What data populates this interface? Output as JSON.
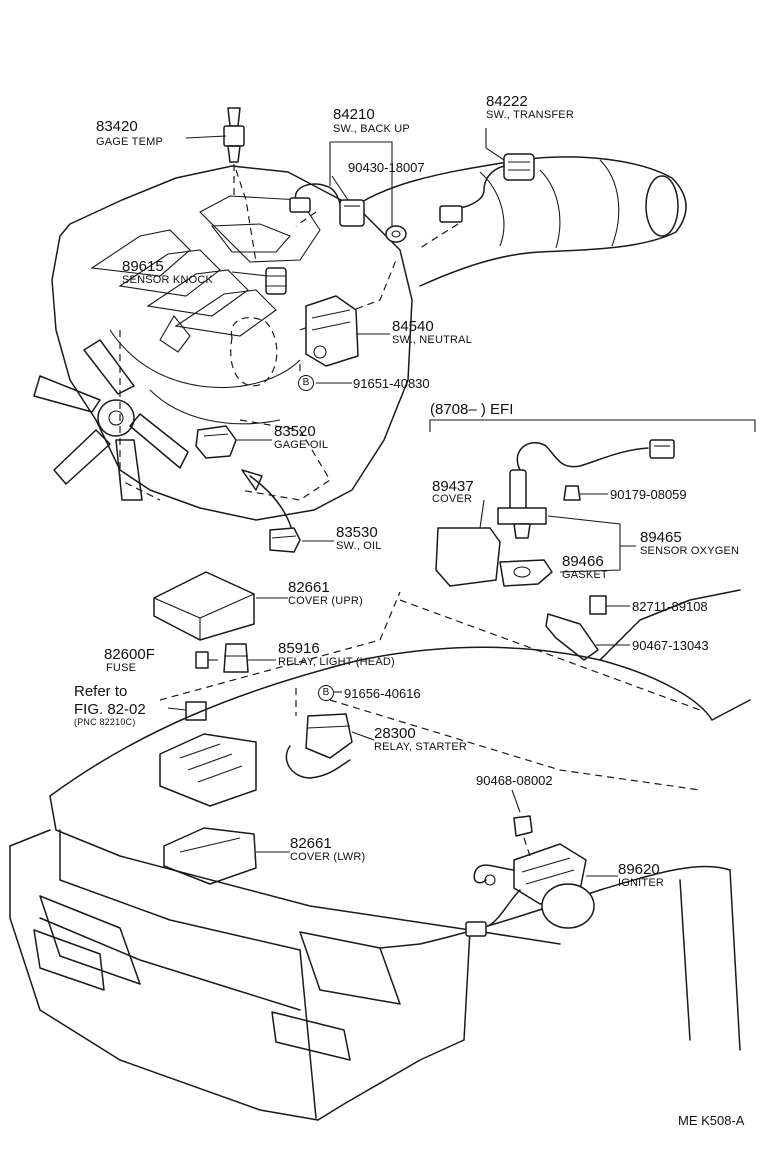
{
  "parts": {
    "gage_temp": {
      "number": "83420",
      "name": "GAGE TEMP"
    },
    "back_up_switch": {
      "number": "84210",
      "name": "SW., BACK UP"
    },
    "gasket_90430": {
      "number": "90430-18007"
    },
    "transfer_switch": {
      "number": "84222",
      "name": "SW., TRANSFER"
    },
    "sensor_knock": {
      "number": "89615",
      "name": "SENSOR KNOCK"
    },
    "neutral_switch": {
      "number": "84540",
      "name": "SW., NEUTRAL"
    },
    "bolt_91651": {
      "number": "91651-40830"
    },
    "gage_oil": {
      "number": "83520",
      "name": "GAGE OIL"
    },
    "sw_oil": {
      "number": "83530",
      "name": "SW., OIL"
    },
    "cover_89437": {
      "number": "89437",
      "name": "COVER"
    },
    "nut_90179": {
      "number": "90179-08059"
    },
    "sensor_oxygen": {
      "number": "89465",
      "name": "SENSOR OXYGEN"
    },
    "gasket_89466": {
      "number": "89466",
      "name": "GASKET"
    },
    "clamp_82711": {
      "number": "82711-89108"
    },
    "clamp_90467": {
      "number": "90467-13043"
    },
    "cover_upper": {
      "number": "82661",
      "name": "COVER (UPR)"
    },
    "fuse": {
      "number": "82600F",
      "name": "FUSE"
    },
    "relay_light": {
      "number": "85916",
      "name": "RELAY, LIGHT (HEAD)"
    },
    "bolt_91656": {
      "number": "91656-40616"
    },
    "relay_starter": {
      "number": "28300",
      "name": "RELAY, STARTER"
    },
    "clamp_90468": {
      "number": "90468-08002"
    },
    "cover_lower": {
      "number": "82661",
      "name": "COVER (LWR)"
    },
    "igniter": {
      "number": "89620",
      "name": "IGNITER"
    }
  },
  "efi_group": {
    "heading": "(8708–        ) EFI"
  },
  "reference": {
    "line1": "Refer to",
    "line2": "FIG. 82-02",
    "line3": "(PNC 82210C)"
  },
  "callouts": {
    "b_mark": "B"
  },
  "footer": {
    "code": "ME  K508-A"
  }
}
